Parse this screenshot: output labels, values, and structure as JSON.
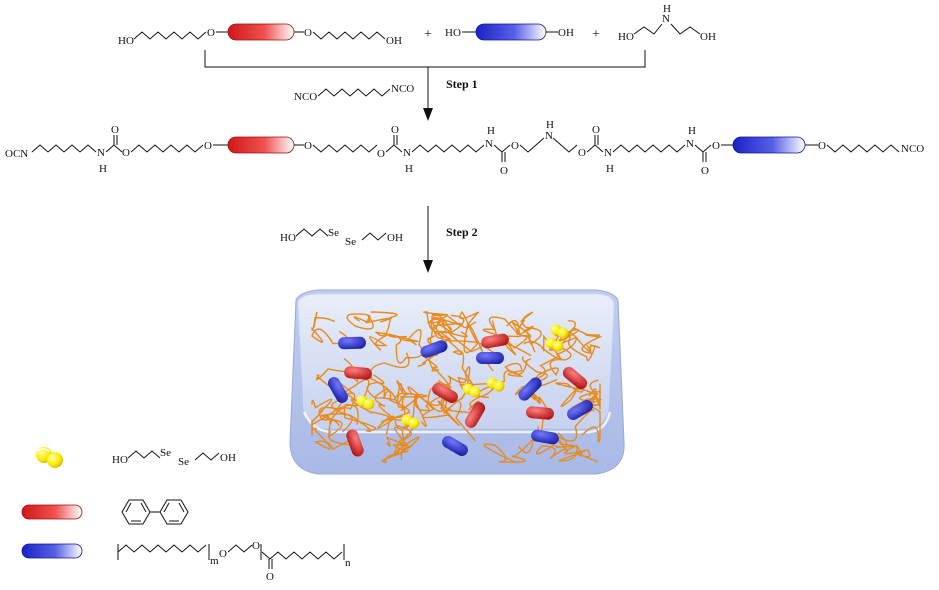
{
  "reagents": {
    "oh": "HO",
    "oh_right": "OH",
    "o": "O",
    "nh": "N",
    "h": "H",
    "plus": "+",
    "nco_left": "NCO",
    "nco_right": "NCO",
    "ocn": "OCN",
    "se": "Se",
    "c_o": "O"
  },
  "steps": {
    "step1": "Step 1",
    "step2": "Step 2"
  },
  "legend": {
    "diselenide_label_ho": "HO",
    "diselenide_label_oh": "OH",
    "se": "Se",
    "polymer_m": "m",
    "polymer_n": "n",
    "polymer_o": "O"
  },
  "colors": {
    "red_segment": "#e8282b",
    "blue_segment": "#2a2fd1",
    "yellow_diselenide": "#ffee00",
    "polymer_strand": "#e98a1c",
    "gel_body": "#b8c6ec"
  }
}
